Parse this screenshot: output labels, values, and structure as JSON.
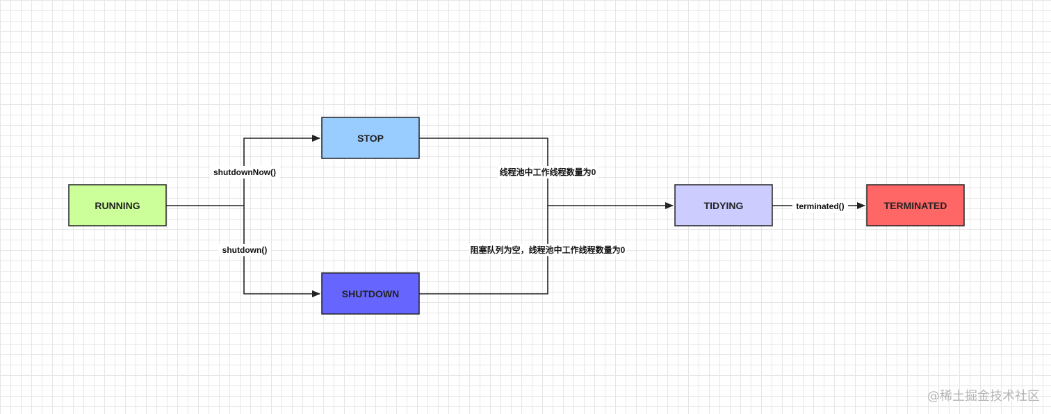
{
  "nodes": {
    "running": {
      "label": "RUNNING",
      "color": "#ccff99"
    },
    "stop": {
      "label": "STOP",
      "color": "#99ccff"
    },
    "shutdown": {
      "label": "SHUTDOWN",
      "color": "#6666ff"
    },
    "tidying": {
      "label": "TIDYING",
      "color": "#ccccff"
    },
    "terminated": {
      "label": "TERMINATED",
      "color": "#ff6666"
    }
  },
  "edges": {
    "shutdown_now": "shutdownNow()",
    "shutdown": "shutdown()",
    "stop_to_tidying": "线程池中工作线程数量为0",
    "shutdown_to_tidying": "阻塞队列为空，线程池中工作线程数量为0",
    "terminated": "terminated()"
  },
  "watermark": "@稀土掘金技术社区"
}
